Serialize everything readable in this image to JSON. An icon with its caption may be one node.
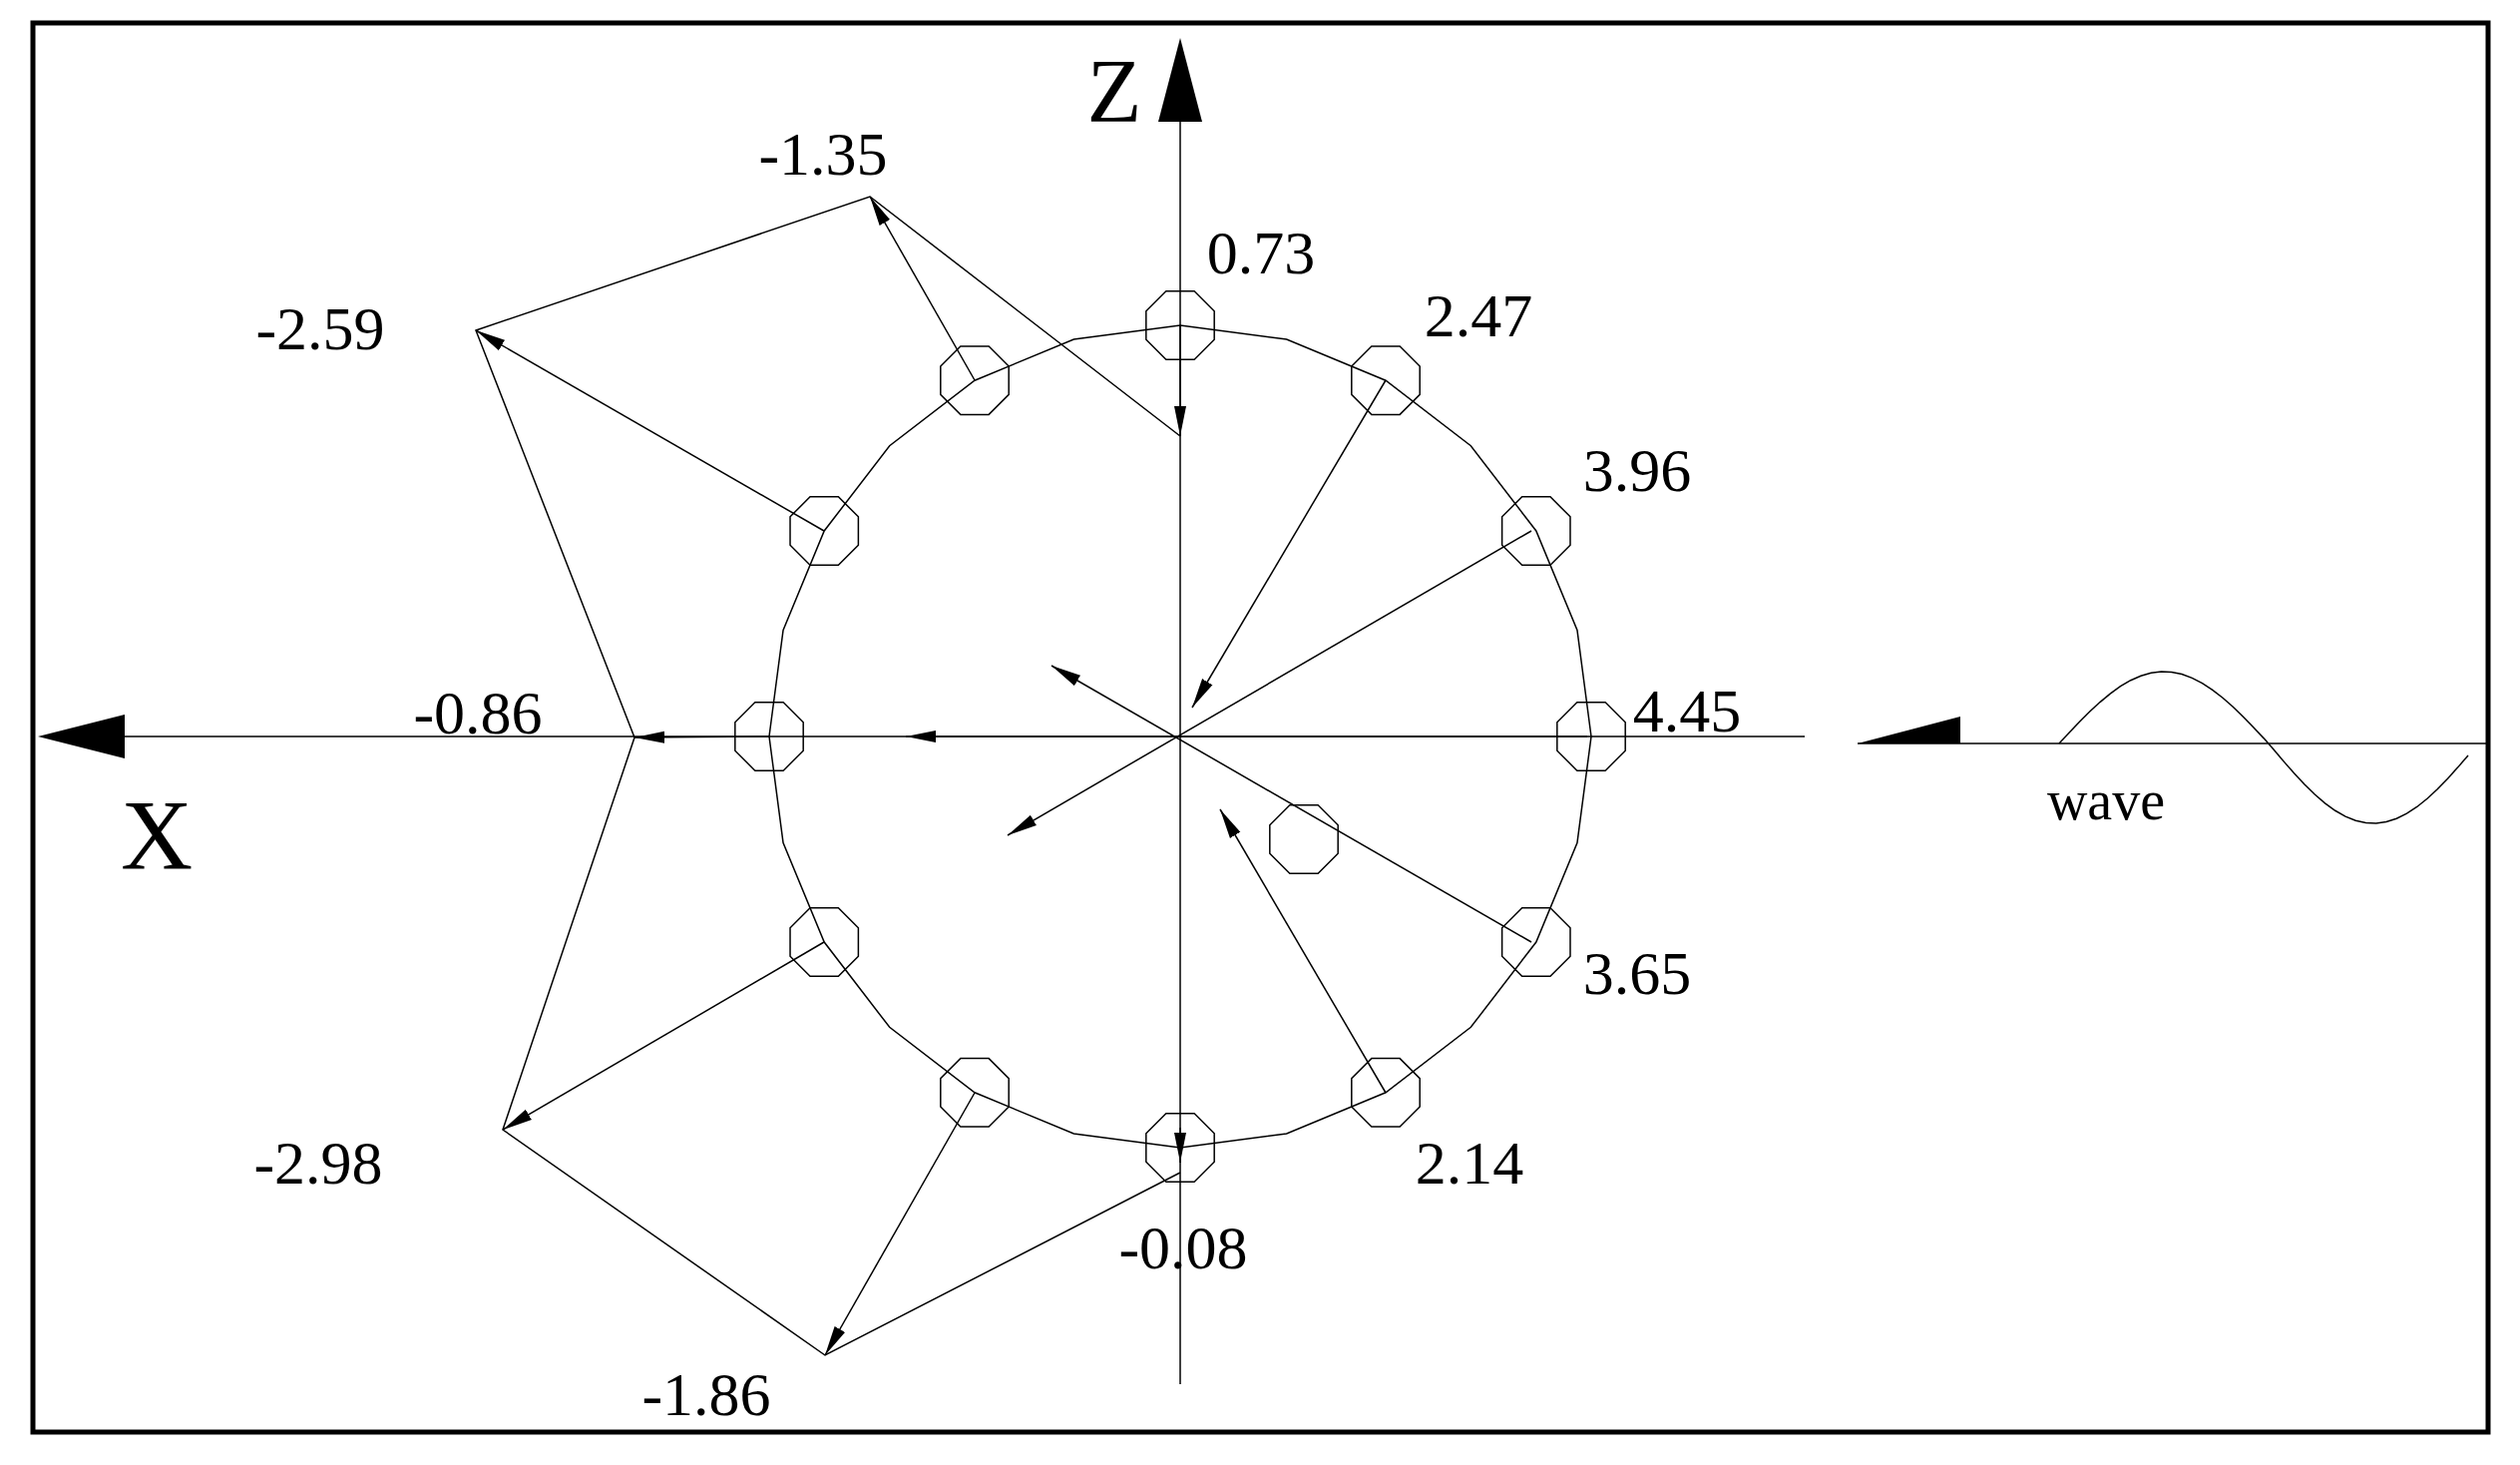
{
  "diagram": {
    "labels": [
      "Z",
      "-1.35",
      "0.73",
      "-2.59",
      "2.47",
      "3.96",
      "-0.86",
      "4.45",
      "X",
      "wave",
      "3.65",
      "-2.98",
      "2.14",
      "-0.08",
      "-1.86"
    ]
  }
}
